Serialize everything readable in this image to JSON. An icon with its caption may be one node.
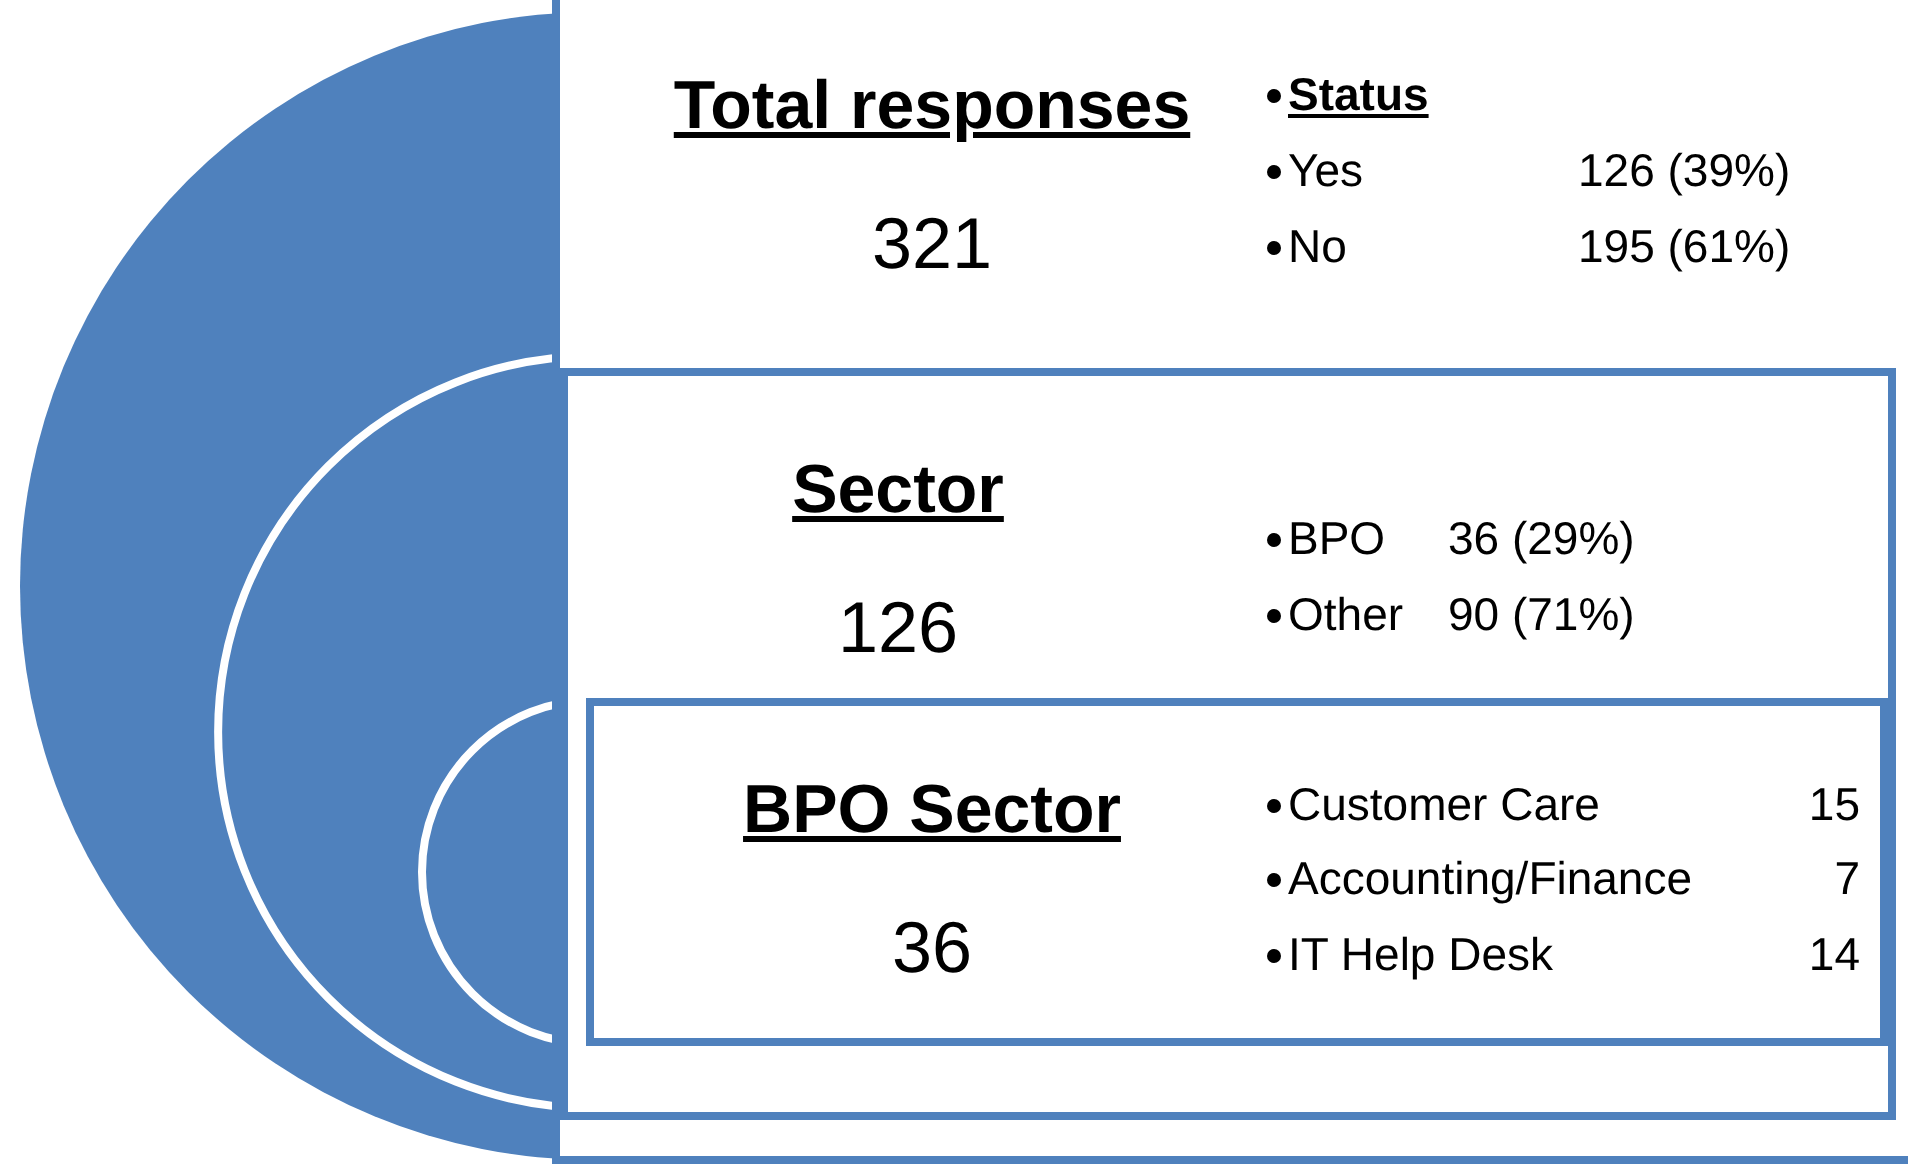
{
  "diagram": {
    "nodes": [
      {
        "text": [
          "Total responses",
          "321",
          "Status",
          "Yes",
          "126 (39%)",
          "No",
          "195 (61%)"
        ]
      },
      {
        "text": [
          "Sector",
          "126",
          "BPO",
          "36 (29%)",
          "Other",
          "90 (71%)"
        ],
        "in": 0
      },
      {
        "text": [
          "BPO Sector",
          "36",
          "Customer Care",
          "15",
          "Accounting/Finance",
          "7",
          "IT Help Desk",
          "14"
        ],
        "in": 1
      }
    ],
    "edges": []
  }
}
